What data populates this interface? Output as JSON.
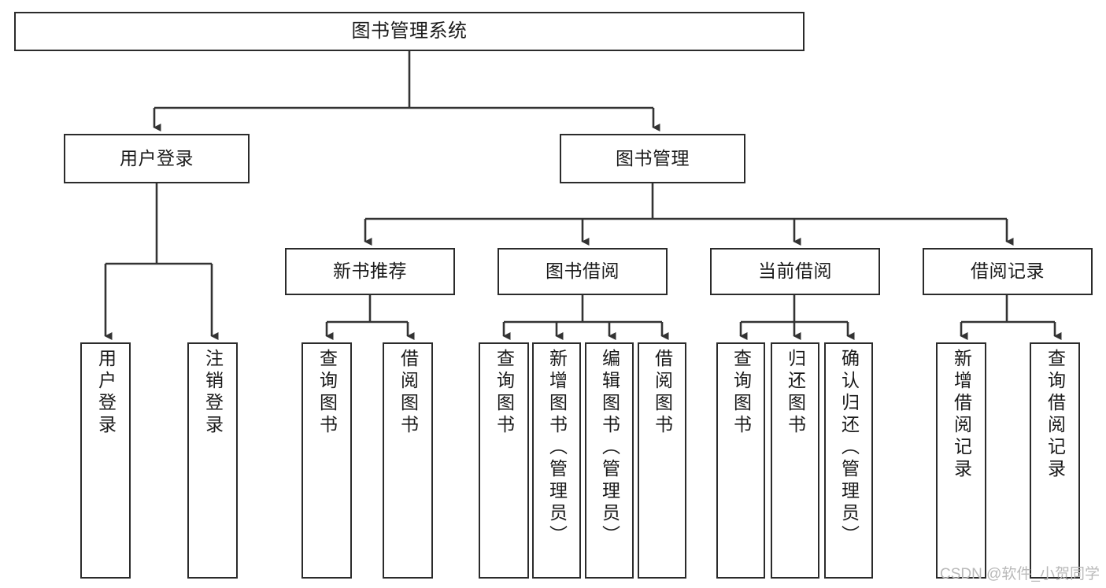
{
  "diagram": {
    "type": "tree",
    "title": "图书管理系统",
    "watermark": "CSDN @软件_小贺同学",
    "colors": {
      "box_border": "#2b2b2b",
      "box_fill": "#ffffff",
      "line": "#333333",
      "text": "#1a1a1a",
      "watermark": "#b9b9b9",
      "background": "#ffffff"
    },
    "nodes": {
      "root": {
        "label": "图书管理系统"
      },
      "level2": [
        {
          "label": "用户登录"
        },
        {
          "label": "图书管理"
        }
      ],
      "level3": [
        {
          "label": "新书推荐"
        },
        {
          "label": "图书借阅"
        },
        {
          "label": "当前借阅"
        },
        {
          "label": "借阅记录"
        }
      ],
      "leaves": {
        "user_login": [
          {
            "label": "用户登录"
          },
          {
            "label": "注销登录"
          }
        ],
        "new_book_recommend": [
          {
            "label": "查询图书"
          },
          {
            "label": "借阅图书"
          }
        ],
        "book_borrow": [
          {
            "label": "查询图书"
          },
          {
            "label": "新增图书（管理员）"
          },
          {
            "label": "编辑图书（管理员）"
          },
          {
            "label": "借阅图书"
          }
        ],
        "current_borrow": [
          {
            "label": "查询图书"
          },
          {
            "label": "归还图书"
          },
          {
            "label": "确认归还（管理员）"
          }
        ],
        "borrow_record": [
          {
            "label": "新增借阅记录"
          },
          {
            "label": "查询借阅记录"
          }
        ]
      }
    }
  }
}
